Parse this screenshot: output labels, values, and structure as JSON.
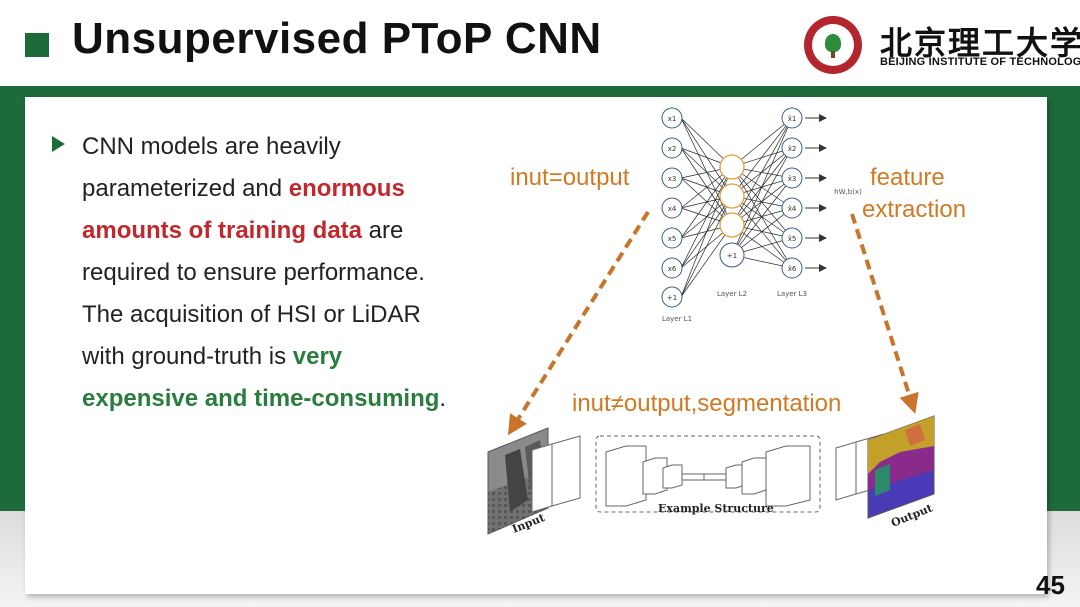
{
  "header": {
    "title": "Unsupervised PToP CNN",
    "university_cn": "北京理工大学",
    "university_en": "BEIJING INSTITUTE OF TECHNOLOGY"
  },
  "bullet": {
    "part1": "CNN models are heavily parameterized and ",
    "highlight1": "enormous amounts of training data",
    "part2": " are required to ensure performance. The acquisition of HSI or LiDAR with ground-truth is ",
    "highlight2": "very expensive and time-consuming",
    "part3": "."
  },
  "labels": {
    "inut_output": "inut=output",
    "feature": "feature",
    "extraction": "extraction",
    "inut_neq_output": "inut≠output,segmentation"
  },
  "autoencoder": {
    "input_nodes": [
      "x1",
      "x2",
      "x3",
      "x4",
      "x5",
      "x6",
      "+1"
    ],
    "hidden_bias": "+1",
    "output_nodes": [
      "x̂1",
      "x̂2",
      "x̂3",
      "x̂4",
      "x̂5",
      "x̂6"
    ],
    "layer1": "Layer L1",
    "layer2": "Layer L2",
    "layer3": "Layer L3",
    "function": "hW,b(x)"
  },
  "segnet": {
    "input_label": "Input",
    "structure_label": "Example Structure",
    "output_label": "Output"
  },
  "page_number": "45",
  "colors": {
    "primary_green": "#1e6b3a",
    "highlight_red": "#c0282d",
    "highlight_green": "#2a7d3e",
    "annotation_orange": "#d07a24"
  }
}
